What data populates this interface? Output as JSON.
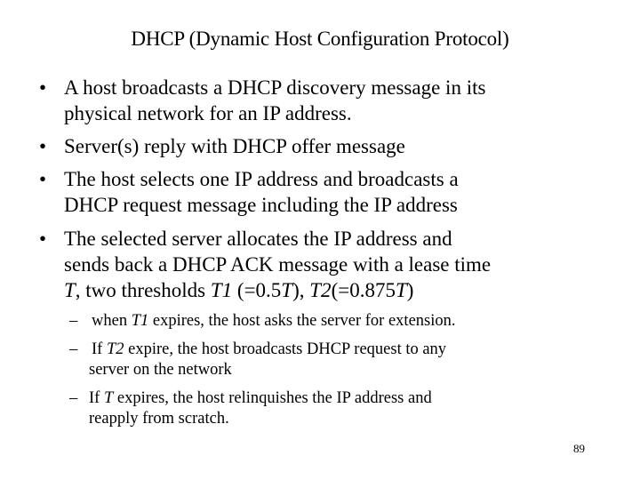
{
  "slide": {
    "title": "DHCP (Dynamic Host Configuration Protocol)",
    "bullets": [
      {
        "mark": "•",
        "lines": [
          "A host broadcasts a DHCP discovery message in its",
          "physical network for an IP address."
        ]
      },
      {
        "mark": "•",
        "lines": [
          "Server(s) reply with DHCP offer message"
        ]
      },
      {
        "mark": "•",
        "lines": [
          "The host selects one IP address and broadcasts a",
          "DHCP request message including the IP address"
        ]
      },
      {
        "mark": "•",
        "lines": [
          "The selected server allocates the IP address and",
          "sends back a DHCP ACK message with a lease time"
        ]
      }
    ],
    "bullet4_line3": {
      "t": "T",
      "a": ", two thresholds ",
      "t1": "T1",
      "b": " (=0.5",
      "t_b": "T",
      "c": "), ",
      "t2": "T2",
      "d": "(=0.875",
      "t_d": "T",
      "e": ")"
    },
    "sub_bullets": [
      {
        "mark": "–",
        "pre": " when ",
        "var": "T1",
        "post": " expires, the host asks the server for extension."
      },
      {
        "mark": "–",
        "pre": " If ",
        "var": "T2",
        "post": " expire, the host broadcasts DHCP request to any",
        "line2": "server on the network"
      },
      {
        "mark": "–",
        "pre": "If ",
        "var": "T",
        "post": " expires, the host relinquishes the IP address and",
        "line2": "reapply from scratch."
      }
    ],
    "page_number": "89"
  }
}
